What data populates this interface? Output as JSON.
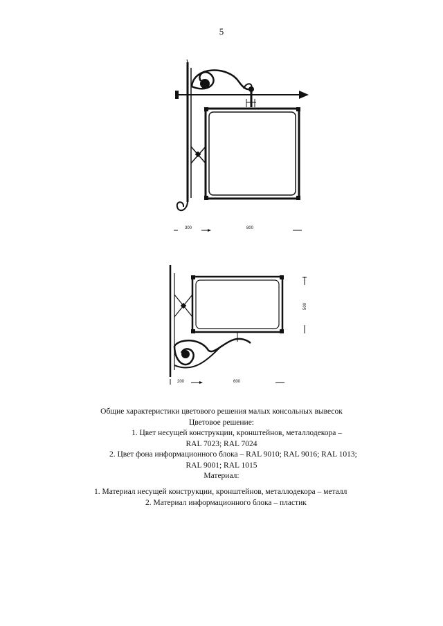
{
  "page_number": "5",
  "figure_top": {
    "dim_left": "300",
    "dim_right": "800"
  },
  "figure_bottom": {
    "dim_left": "200",
    "dim_right": "600",
    "dim_height": "500"
  },
  "text": {
    "title": "Общие характеристики цветового решения малых консольных вывесок",
    "color_heading": "Цветовое решение:",
    "color_item_1_line1": "1. Цвет несущей конструкции, кронштейнов, металлодекора –",
    "color_item_1_line2": "RAL 7023; RAL 7024",
    "color_item_2_line1": "2. Цвет фона информационного блока – RAL 9010; RAL 9016; RAL 1013;",
    "color_item_2_line2": "RAL 9001; RAL 1015",
    "material_heading": "Материал:",
    "material_item_1": "1. Материал несущей конструкции, кронштейнов, металлодекора – металл",
    "material_item_2": "2. Материал информационного блока – пластик"
  }
}
